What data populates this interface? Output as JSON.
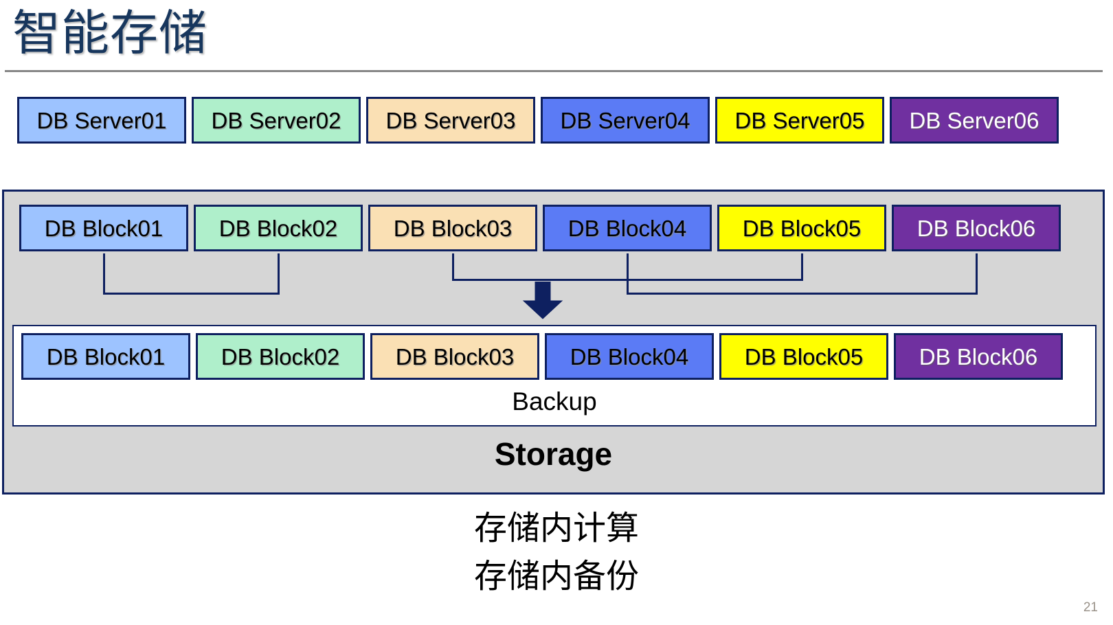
{
  "slide": {
    "title": "智能存储",
    "page_number": "21"
  },
  "colors": {
    "title": "#17365D",
    "rule": "#868686",
    "border": "#0E2060",
    "storage_fill": "#D6D6D6",
    "backup_fill": "#FFFFFF",
    "page_number": "#9A9289"
  },
  "server_row": {
    "name": "db-server-row",
    "items": [
      {
        "label": "DB Server01",
        "fill": "#9DC3FF",
        "text": "#000000"
      },
      {
        "label": "DB Server02",
        "fill": "#AFEFCB",
        "text": "#000000"
      },
      {
        "label": "DB Server03",
        "fill": "#FAE0B4",
        "text": "#000000"
      },
      {
        "label": "DB Server04",
        "fill": "#5B7BF5",
        "text": "#000000"
      },
      {
        "label": "DB Server05",
        "fill": "#FFFF00",
        "text": "#000000"
      },
      {
        "label": "DB Server06",
        "fill": "#7030A0",
        "text": "#FFFFFF"
      }
    ]
  },
  "storage": {
    "label": "Storage",
    "block_row": {
      "name": "db-block-row-primary",
      "items": [
        {
          "label": "DB Block01",
          "fill": "#9DC3FF",
          "text": "#000000"
        },
        {
          "label": "DB Block02",
          "fill": "#AFEFCB",
          "text": "#000000"
        },
        {
          "label": "DB Block03",
          "fill": "#FAE0B4",
          "text": "#000000"
        },
        {
          "label": "DB Block04",
          "fill": "#5B7BF5",
          "text": "#000000"
        },
        {
          "label": "DB Block05",
          "fill": "#FFFF00",
          "text": "#000000"
        },
        {
          "label": "DB Block06",
          "fill": "#7030A0",
          "text": "#FFFFFF"
        }
      ]
    },
    "backup": {
      "label": "Backup",
      "name": "backup-panel",
      "items": [
        {
          "label": "DB Block01",
          "fill": "#9DC3FF",
          "text": "#000000"
        },
        {
          "label": "DB Block02",
          "fill": "#AFEFCB",
          "text": "#000000"
        },
        {
          "label": "DB Block03",
          "fill": "#FAE0B4",
          "text": "#000000"
        },
        {
          "label": "DB Block04",
          "fill": "#5B7BF5",
          "text": "#000000"
        },
        {
          "label": "DB Block05",
          "fill": "#FFFF00",
          "text": "#000000"
        },
        {
          "label": "DB Block06",
          "fill": "#7030A0",
          "text": "#FFFFFF"
        }
      ]
    },
    "arrow": {
      "name": "flow-down-arrow",
      "direction": "down",
      "color": "#0E2060"
    }
  },
  "captions": [
    "存储内计算",
    "存储内备份"
  ]
}
